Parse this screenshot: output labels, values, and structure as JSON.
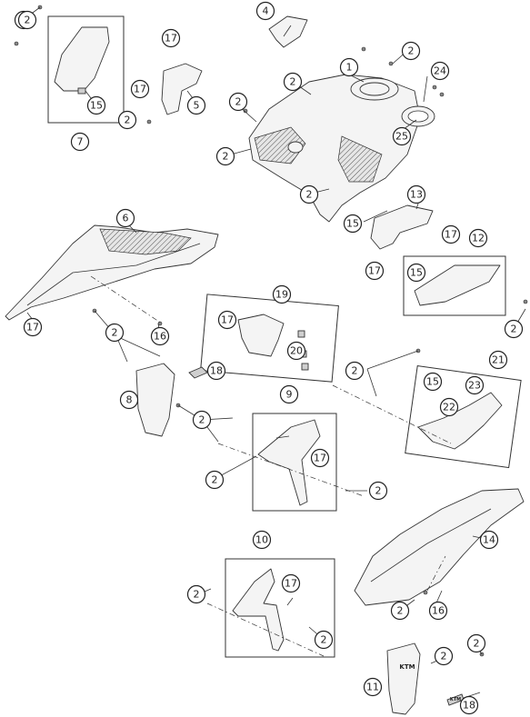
{
  "callouts": [
    {
      "id": "c1",
      "label": "1"
    },
    {
      "id": "c2a",
      "label": "2"
    },
    {
      "id": "c2b",
      "label": "2"
    },
    {
      "id": "c2c",
      "label": "2"
    },
    {
      "id": "c2d",
      "label": "2"
    },
    {
      "id": "c2e",
      "label": "2"
    },
    {
      "id": "c2f",
      "label": "2"
    },
    {
      "id": "c2g",
      "label": "2"
    },
    {
      "id": "c2h",
      "label": "2"
    },
    {
      "id": "c2i",
      "label": "2"
    },
    {
      "id": "c2j",
      "label": "2"
    },
    {
      "id": "c2k",
      "label": "2"
    },
    {
      "id": "c2l",
      "label": "2"
    },
    {
      "id": "c2m",
      "label": "2"
    },
    {
      "id": "c2n",
      "label": "2"
    },
    {
      "id": "c2o",
      "label": "2"
    },
    {
      "id": "c2p",
      "label": "2"
    },
    {
      "id": "c2q",
      "label": "2"
    },
    {
      "id": "c2r",
      "label": "2"
    },
    {
      "id": "c2s",
      "label": "2"
    },
    {
      "id": "c4",
      "label": "4"
    },
    {
      "id": "c5",
      "label": "5"
    },
    {
      "id": "c6",
      "label": "6"
    },
    {
      "id": "c7",
      "label": "7"
    },
    {
      "id": "c8",
      "label": "8"
    },
    {
      "id": "c9",
      "label": "9"
    },
    {
      "id": "c10",
      "label": "10"
    },
    {
      "id": "c11",
      "label": "11"
    },
    {
      "id": "c12",
      "label": "12"
    },
    {
      "id": "c13",
      "label": "13"
    },
    {
      "id": "c14",
      "label": "14"
    },
    {
      "id": "c15a",
      "label": "15"
    },
    {
      "id": "c15b",
      "label": "15"
    },
    {
      "id": "c15c",
      "label": "15"
    },
    {
      "id": "c15d",
      "label": "15"
    },
    {
      "id": "c16a",
      "label": "16"
    },
    {
      "id": "c16b",
      "label": "16"
    },
    {
      "id": "c17a",
      "label": "17"
    },
    {
      "id": "c17b",
      "label": "17"
    },
    {
      "id": "c17c",
      "label": "17"
    },
    {
      "id": "c17d",
      "label": "17"
    },
    {
      "id": "c17e",
      "label": "17"
    },
    {
      "id": "c17f",
      "label": "17"
    },
    {
      "id": "c17g",
      "label": "17"
    },
    {
      "id": "c17h",
      "label": "17"
    },
    {
      "id": "c18a",
      "label": "18"
    },
    {
      "id": "c18b",
      "label": "18"
    },
    {
      "id": "c19",
      "label": "19"
    },
    {
      "id": "c20",
      "label": "20"
    },
    {
      "id": "c21",
      "label": "21"
    },
    {
      "id": "c22",
      "label": "22"
    },
    {
      "id": "c23",
      "label": "23"
    },
    {
      "id": "c24",
      "label": "24"
    },
    {
      "id": "c25",
      "label": "25"
    }
  ],
  "decals": {
    "brand_text": "KTM"
  }
}
